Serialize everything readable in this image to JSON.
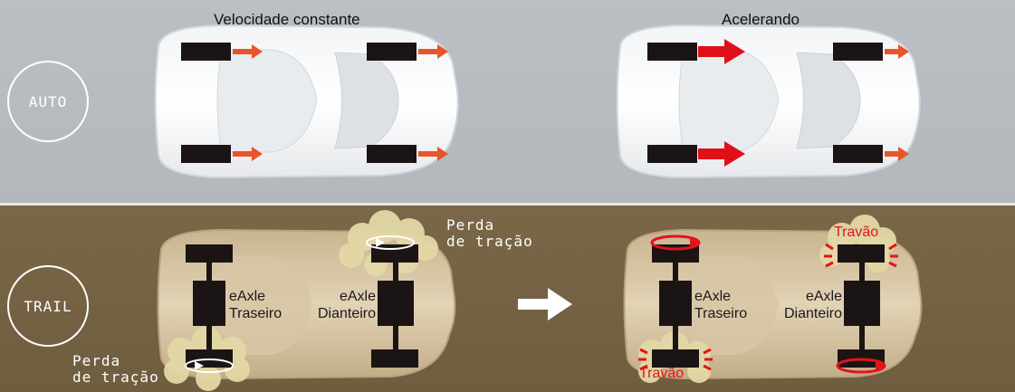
{
  "modes": {
    "auto": "AUTO",
    "trail": "TRAIL"
  },
  "captions": {
    "constant_speed": "Velocidade constante",
    "accelerating": "Acelerando"
  },
  "labels": {
    "rear_eaxle": [
      "eAxle",
      "Traseiro"
    ],
    "front_eaxle": [
      "eAxle",
      "Dianteiro"
    ],
    "traction_loss": [
      "Perda",
      "de tração"
    ],
    "brake": "Travão"
  },
  "colors": {
    "drive_arrow": "#e9542b",
    "boost_arrow": "#e0101a",
    "brake": "#e3131b",
    "wheel": "#1b1414"
  }
}
